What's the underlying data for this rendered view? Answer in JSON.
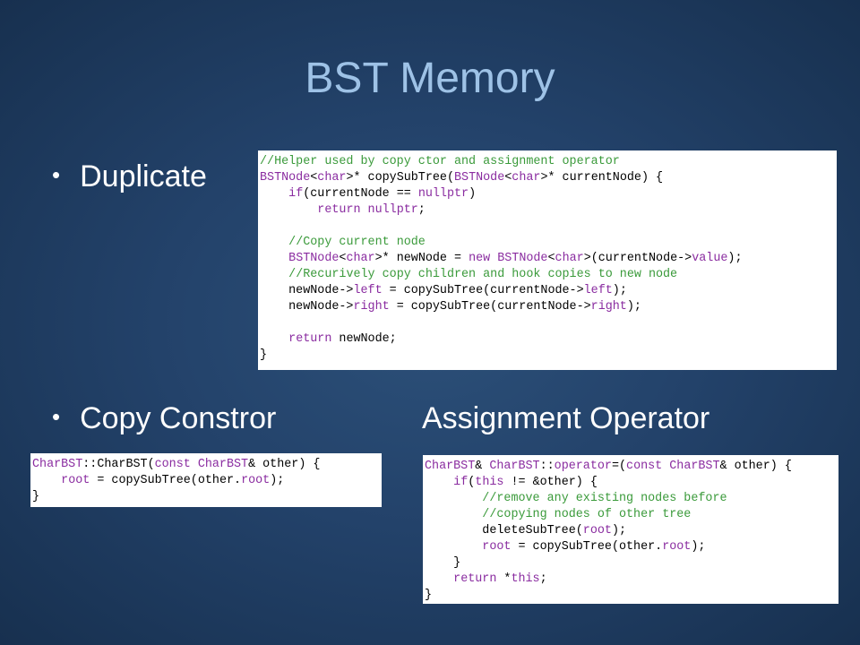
{
  "slide": {
    "title": "BST Memory",
    "bullets": [
      {
        "label": "Duplicate"
      },
      {
        "label": "Copy Constror"
      }
    ],
    "assignment_heading": "Assignment Operator"
  },
  "code_duplicate": [
    [
      {
        "t": "//Helper used by copy ctor and assignment operator",
        "c": "cm"
      }
    ],
    [
      {
        "t": "BSTNode",
        "c": "kw"
      },
      {
        "t": "<"
      },
      {
        "t": "char",
        "c": "kw"
      },
      {
        "t": ">* copySubTree("
      },
      {
        "t": "BSTNode",
        "c": "kw"
      },
      {
        "t": "<"
      },
      {
        "t": "char",
        "c": "kw"
      },
      {
        "t": ">* currentNode) {"
      }
    ],
    [
      {
        "t": "    "
      },
      {
        "t": "if",
        "c": "kw"
      },
      {
        "t": "(currentNode == "
      },
      {
        "t": "nullptr",
        "c": "kw"
      },
      {
        "t": ")"
      }
    ],
    [
      {
        "t": "        "
      },
      {
        "t": "return nullptr",
        "c": "kw"
      },
      {
        "t": ";"
      }
    ],
    [
      {
        "t": ""
      }
    ],
    [
      {
        "t": "    "
      },
      {
        "t": "//Copy current node",
        "c": "cm"
      }
    ],
    [
      {
        "t": "    "
      },
      {
        "t": "BSTNode",
        "c": "kw"
      },
      {
        "t": "<"
      },
      {
        "t": "char",
        "c": "kw"
      },
      {
        "t": ">* newNode = "
      },
      {
        "t": "new BSTNode",
        "c": "kw"
      },
      {
        "t": "<"
      },
      {
        "t": "char",
        "c": "kw"
      },
      {
        "t": ">(currentNode->"
      },
      {
        "t": "value",
        "c": "kw"
      },
      {
        "t": ");"
      }
    ],
    [
      {
        "t": "    "
      },
      {
        "t": "//Recurively copy children and hook copies to new node",
        "c": "cm"
      }
    ],
    [
      {
        "t": "    newNode->"
      },
      {
        "t": "left",
        "c": "kw"
      },
      {
        "t": " = copySubTree(currentNode->"
      },
      {
        "t": "left",
        "c": "kw"
      },
      {
        "t": ");"
      }
    ],
    [
      {
        "t": "    newNode->"
      },
      {
        "t": "right",
        "c": "kw"
      },
      {
        "t": " = copySubTree(currentNode->"
      },
      {
        "t": "right",
        "c": "kw"
      },
      {
        "t": ");"
      }
    ],
    [
      {
        "t": ""
      }
    ],
    [
      {
        "t": "    "
      },
      {
        "t": "return",
        "c": "kw"
      },
      {
        "t": " newNode;"
      }
    ],
    [
      {
        "t": "}"
      }
    ]
  ],
  "code_copy_ctor": [
    [
      {
        "t": "CharBST",
        "c": "kw"
      },
      {
        "t": "::CharBST("
      },
      {
        "t": "const CharBST",
        "c": "kw"
      },
      {
        "t": "& other) {"
      }
    ],
    [
      {
        "t": "    "
      },
      {
        "t": "root",
        "c": "kw"
      },
      {
        "t": " = copySubTree(other."
      },
      {
        "t": "root",
        "c": "kw"
      },
      {
        "t": ");"
      }
    ],
    [
      {
        "t": "}"
      }
    ]
  ],
  "code_assignment": [
    [
      {
        "t": "CharBST",
        "c": "kw"
      },
      {
        "t": "& "
      },
      {
        "t": "CharBST",
        "c": "kw"
      },
      {
        "t": "::"
      },
      {
        "t": "operator",
        "c": "kw"
      },
      {
        "t": "=("
      },
      {
        "t": "const CharBST",
        "c": "kw"
      },
      {
        "t": "& other) {"
      }
    ],
    [
      {
        "t": "    "
      },
      {
        "t": "if",
        "c": "kw"
      },
      {
        "t": "("
      },
      {
        "t": "this",
        "c": "kw"
      },
      {
        "t": " != &other) {"
      }
    ],
    [
      {
        "t": "        "
      },
      {
        "t": "//remove any existing nodes before",
        "c": "cm"
      }
    ],
    [
      {
        "t": "        "
      },
      {
        "t": "//copying nodes of other tree",
        "c": "cm"
      }
    ],
    [
      {
        "t": "        deleteSubTree("
      },
      {
        "t": "root",
        "c": "kw"
      },
      {
        "t": ");"
      }
    ],
    [
      {
        "t": "        "
      },
      {
        "t": "root",
        "c": "kw"
      },
      {
        "t": " = copySubTree(other."
      },
      {
        "t": "root",
        "c": "kw"
      },
      {
        "t": ");"
      }
    ],
    [
      {
        "t": "    }"
      }
    ],
    [
      {
        "t": "    "
      },
      {
        "t": "return",
        "c": "kw"
      },
      {
        "t": " *"
      },
      {
        "t": "this",
        "c": "kw"
      },
      {
        "t": ";"
      }
    ],
    [
      {
        "t": "}"
      }
    ]
  ],
  "colors": {
    "title": "#9ec2e6",
    "comment": "#3a9a3a",
    "keyword": "#8a2ca0"
  }
}
